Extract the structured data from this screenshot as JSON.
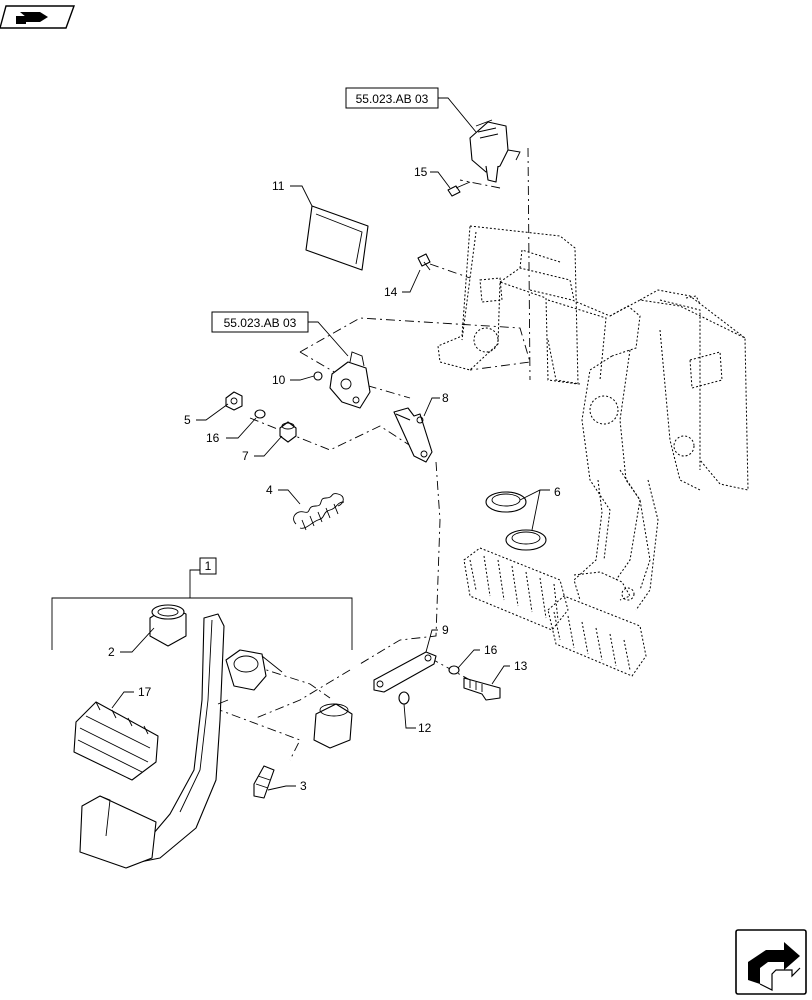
{
  "references": {
    "upper": "55.023.AB 03",
    "middle": "55.023.AB 03"
  },
  "assembly_box": "1",
  "callouts": {
    "c2": "2",
    "c3": "3",
    "c4": "4",
    "c5": "5",
    "c6": "6",
    "c7": "7",
    "c8": "8",
    "c9": "9",
    "c10": "10",
    "c11": "11",
    "c12": "12",
    "c13": "13",
    "c14": "14",
    "c15": "15",
    "c16a": "16",
    "c16b": "16",
    "c17": "17"
  },
  "icons": {
    "top_left": "previous-page-icon",
    "bottom_right": "next-page-icon"
  }
}
